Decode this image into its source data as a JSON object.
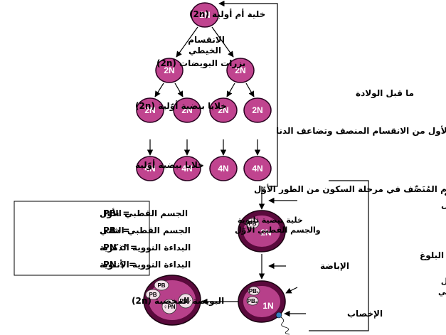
{
  "colors": {
    "cell_fill": "#c0448f",
    "cell_stroke": "#2a0020",
    "nucleus_fill": "#d85aa6",
    "egg_outer": "#5a0a3c",
    "egg_inner": "#b7408a",
    "pb_fill": "#f2dfe8",
    "line": "#000000"
  },
  "labels": {
    "primordial_germ_cell": "خلية أم أولية (2n)",
    "mitosis": "الانقسام\nالخيطي",
    "oogonia": "بزرات البويضات (2n)",
    "primary_oocytes_2n": "خلايا بيضية أوّلية (2n)",
    "prophase_start": "بدء الطور الأول من الانقسام المنصف وتضاعف الدنا",
    "primary_oocytes": "خلايا بيضية أوّلية",
    "meiosis_arrest": "توقف الانقسام المُنَصِّف في مرحلة السكون من الطور الأوّل",
    "before_birth": "ما قبل الولادة",
    "lh_peak": "وصول مستوى الـ LH إلى ذروته\nوإزالة موانع الانقسام المُنصِّف الأوّل",
    "secondary_oocyte": "خلية بيضية ثانوية\nوالجسم القطبي الأوّل",
    "after_puberty": "بعد البلوغ",
    "ovulation": "الإباضة",
    "meiosis2": "حدوث الانقسام المنصِّف الثاني وتشكّل\nالبوضة الناضجة والجسم القطبي الثاني",
    "fertilization": "الإخصاب",
    "zygote": "البويضة المخصبة (2n)"
  },
  "cell_texts": {
    "two_n": "2N",
    "four_n": "4N",
    "one_n": "1N",
    "pb": "PB",
    "pb1": "PB₁",
    "pb2": "PB₂",
    "pn": "PN",
    "pn_female": "♀PN",
    "pn_male": "PN♂"
  },
  "legend": [
    {
      "key": "PB₁ =",
      "desc": "الجسم القطبي الأوّل"
    },
    {
      "key": "PB₂ =",
      "desc": "الجسم القطبي الثاني"
    },
    {
      "key": "PN ♂ =",
      "desc": "البداءة النووية الذكرية"
    },
    {
      "key": "PN ♀ =",
      "desc": "البداءة النووية الأنثوية"
    }
  ]
}
